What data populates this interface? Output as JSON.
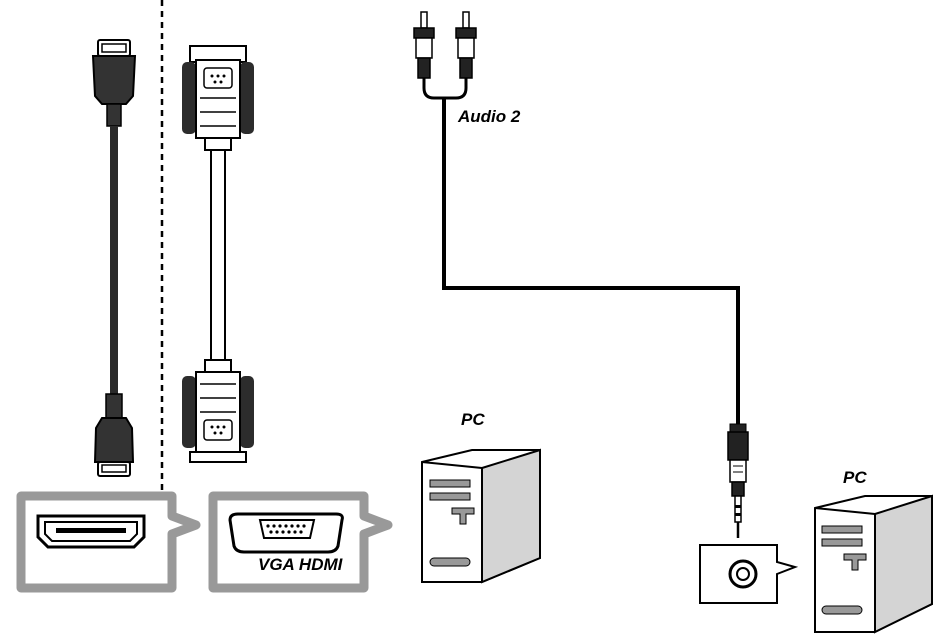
{
  "labels": {
    "audio": "Audio 2",
    "pc_left": "PC",
    "pc_right": "PC",
    "port_caption": "VGA HDMI"
  },
  "colors": {
    "line": "#000000",
    "cable_dark": "#2a2a2a",
    "connector_dark": "#333333",
    "panel_gray": "#999999",
    "pc_shade": "#d4d4d4",
    "background": "#ffffff"
  },
  "icons": [
    "hdmi-cable-icon",
    "vga-cable-icon",
    "rca-audio-cable-icon",
    "hdmi-port-icon",
    "vga-port-icon",
    "audio-jack-port-icon",
    "pc-tower-icon"
  ]
}
